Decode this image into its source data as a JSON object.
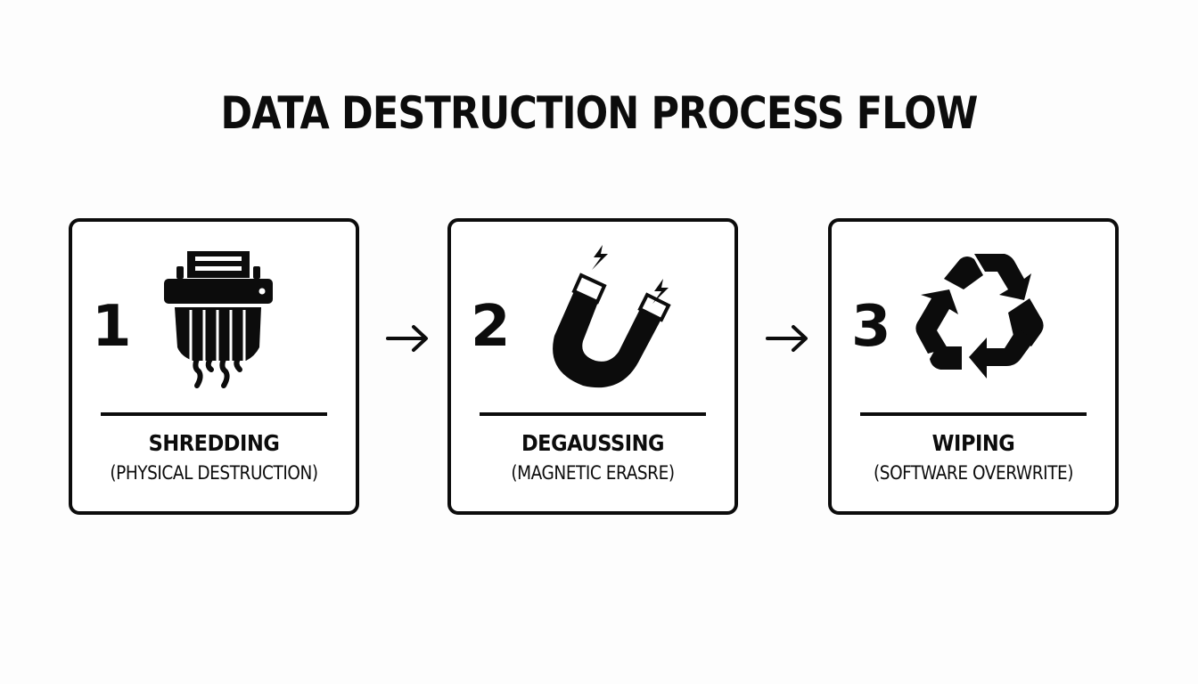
{
  "title": "DATA DESTRUCTION PROCESS FLOW",
  "steps": [
    {
      "number": "1",
      "label": "SHREDDING",
      "sublabel": "(PHYSICAL DESTRUCTION)",
      "icon": "paper-shredder-icon"
    },
    {
      "number": "2",
      "label": "DEGAUSSING",
      "sublabel": "(MAGNETIC ERASRE)",
      "icon": "horseshoe-magnet-icon"
    },
    {
      "number": "3",
      "label": "WIPING",
      "sublabel": "(SOFTWARE OVERWRITE)",
      "icon": "recycle-icon"
    }
  ],
  "connectors": [
    "arrow-right",
    "arrow-right"
  ],
  "colors": {
    "ink": "#0c0c0c",
    "background": "#fdfdfd"
  }
}
